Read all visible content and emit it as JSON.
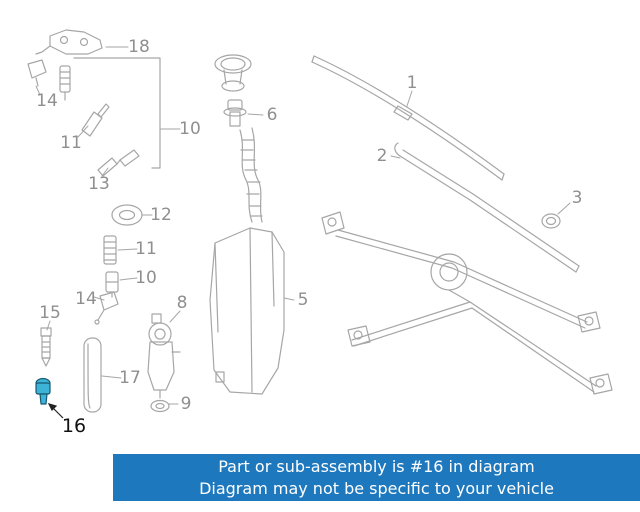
{
  "diagram": {
    "highlighted_part": "16",
    "highlight_color": "#3cb4d8",
    "highlight_stroke": "#17586e",
    "line_color": "#a6a6a6",
    "label_color": "#8f8f8f",
    "labels": {
      "l18": "18",
      "l14a": "14",
      "l11a": "11",
      "l10a": "10",
      "l13": "13",
      "l12": "12",
      "l11b": "11",
      "l10b": "10",
      "l14b": "14",
      "l15": "15",
      "l8": "8",
      "l17": "17",
      "l9": "9",
      "l16": "16",
      "l6": "6",
      "l5": "5",
      "l1": "1",
      "l2": "2",
      "l3": "3"
    }
  },
  "banner": {
    "bg_color": "#1e78be",
    "text_color": "#ffffff",
    "line1": "Part or sub-assembly is #16 in diagram",
    "line2": "Diagram may not be specific to your vehicle"
  }
}
